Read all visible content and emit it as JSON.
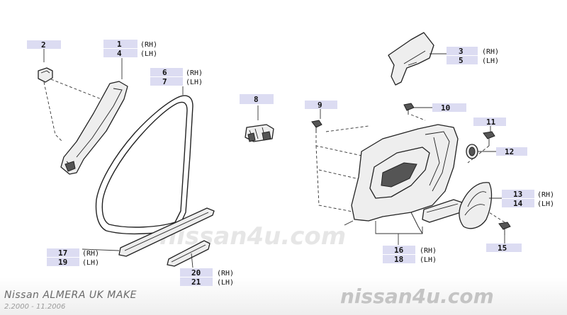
{
  "diagram": {
    "watermark_center": "nissan4u.com",
    "watermark_corner": "nissan4u.com",
    "footer": {
      "model": "Nissan ALMERA UK MAKE",
      "date_range": "2.2000 - 11.2006"
    },
    "callouts": [
      {
        "id": "c2",
        "primary": "2",
        "secondary": null,
        "side_primary": null,
        "side_secondary": null
      },
      {
        "id": "c1",
        "primary": "1",
        "secondary": "4",
        "side_primary": "(RH)",
        "side_secondary": "(LH)"
      },
      {
        "id": "c6",
        "primary": "6",
        "secondary": "7",
        "side_primary": "(RH)",
        "side_secondary": "(LH)"
      },
      {
        "id": "c8",
        "primary": "8",
        "secondary": null,
        "side_primary": null,
        "side_secondary": null
      },
      {
        "id": "c3",
        "primary": "3",
        "secondary": "5",
        "side_primary": "(RH)",
        "side_secondary": "(LH)"
      },
      {
        "id": "c9",
        "primary": "9",
        "secondary": null,
        "side_primary": null,
        "side_secondary": null
      },
      {
        "id": "c10",
        "primary": "10",
        "secondary": null,
        "side_primary": null,
        "side_secondary": null
      },
      {
        "id": "c11",
        "primary": "11",
        "secondary": null,
        "side_primary": null,
        "side_secondary": null
      },
      {
        "id": "c12",
        "primary": "12",
        "secondary": null,
        "side_primary": null,
        "side_secondary": null
      },
      {
        "id": "c13",
        "primary": "13",
        "secondary": "14",
        "side_primary": "(RH)",
        "side_secondary": "(LH)"
      },
      {
        "id": "c15",
        "primary": "15",
        "secondary": null,
        "side_primary": null,
        "side_secondary": null
      },
      {
        "id": "c16",
        "primary": "16",
        "secondary": "18",
        "side_primary": "(RH)",
        "side_secondary": "(LH)"
      },
      {
        "id": "c17",
        "primary": "17",
        "secondary": "19",
        "side_primary": "(RH)",
        "side_secondary": "(LH)"
      },
      {
        "id": "c20",
        "primary": "20",
        "secondary": "21",
        "side_primary": "(RH)",
        "side_secondary": "(LH)"
      }
    ]
  }
}
